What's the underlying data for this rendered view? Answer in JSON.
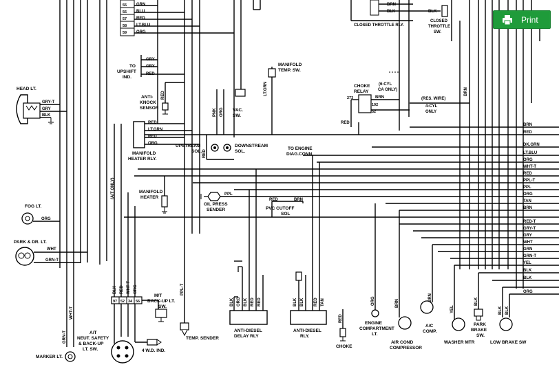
{
  "toolbar": {
    "print_label": "Print",
    "print_icon": "printer-icon",
    "accent": "#1f9b3a"
  },
  "connector_top": {
    "pins": [
      "55",
      "56",
      "57",
      "58",
      "59"
    ],
    "wires": [
      "GRN",
      "BLU",
      "RED",
      "LT.BLU",
      "ORG"
    ]
  },
  "throttle": {
    "wire1": "BRN",
    "wire2": "BLK",
    "wire3": "BLK",
    "relay_label": "CLOSED THROTTLE RLY.",
    "switch_label": [
      "CLOSED",
      "THROTTLE",
      "SW."
    ]
  },
  "upshift": {
    "wires": [
      "GRY",
      "GRY",
      "RED"
    ],
    "label": [
      "TO",
      "UPSHIFT",
      "IND."
    ]
  },
  "manifold_temp": {
    "wire": "LT.GRN",
    "label": [
      "MANIFOLD",
      "TEMP. SW."
    ]
  },
  "head_lt": {
    "label": "HEAD LT.",
    "wires": [
      "GRY-T",
      "GRY",
      "BLK"
    ]
  },
  "anti_knock": {
    "wire": "RED",
    "label": [
      "ANTI-",
      "KNOCK",
      "SENSOR"
    ]
  },
  "vac_sw": {
    "wires": [
      "PNK",
      "ORG"
    ],
    "label": [
      "VAC.",
      "SW."
    ]
  },
  "choke_relay": {
    "label": [
      "CHOKE",
      "RELAY"
    ],
    "pins": [
      "273",
      "102",
      "52"
    ],
    "wire": "BRN",
    "cyl6": [
      "(6-CYL",
      "CA ONLY)"
    ],
    "res_wire": "(RES. WIRE)",
    "cyl4": [
      "4-CYL",
      "ONLY"
    ]
  },
  "manifold_heater_rly": {
    "wires": [
      "RED",
      "LT.GRN",
      "RED",
      "ORG"
    ],
    "label": [
      "MANIFOLD",
      "HEATER RLY."
    ]
  },
  "solenoids": {
    "upstream": [
      "UPSTREAM",
      "SOL."
    ],
    "downstream": [
      "DOWNSTREAM",
      "SOL."
    ],
    "wire": "RED"
  },
  "diag_conn": {
    "label": [
      "TO ENGINE",
      "DIAG.CONN."
    ],
    "wire": "RED"
  },
  "at_only": "(A/T ONLY)",
  "right_wires": [
    "BRN",
    "RED",
    "DK.GRN",
    "LT.BLU",
    "ORG",
    "WHT-T",
    "RED",
    "PPL-T",
    "PPL",
    "ORG",
    "TAN",
    "BRN",
    "RED-T",
    "GRY-T",
    "GRY",
    "WHT",
    "GRN",
    "GRN-T",
    "YEL",
    "BLK",
    "BLK",
    "ORG"
  ],
  "right_brn_vertical": "BRN",
  "manifold_heater": {
    "label": [
      "MANIFOLD",
      "HEATER"
    ]
  },
  "oil_press": {
    "wire": "PPL",
    "label": [
      "OIL PRESS",
      "SENDER"
    ]
  },
  "pvc": {
    "wires": [
      "RED",
      "BRN"
    ],
    "label": [
      "PVC CUTOFF",
      "SOL"
    ]
  },
  "fog_lt": {
    "label": "FOG LT.",
    "wire": "ORG"
  },
  "park_lt": {
    "label": "PARK & DR. LT.",
    "wires": [
      "WHT",
      "GRN-T"
    ]
  },
  "bottom_conn": {
    "pins": [
      "97",
      "52",
      "34",
      "56"
    ],
    "wires": [
      "BLK",
      "RED",
      "WHT-T",
      "ORG"
    ],
    "mt_label": [
      "M/T",
      "BACK-UP LT.",
      "SW."
    ]
  },
  "temp_sender": {
    "wire": "PPL-T",
    "label": "TEMP. SENDER"
  },
  "four_wd": {
    "label": "4 W.D. IND."
  },
  "marker_lt": {
    "label": "MARKER LT.",
    "wires": [
      "GRN-T",
      "WHT-T"
    ]
  },
  "at_neut": {
    "label": [
      "A/T",
      "NEUT. SAFETY",
      "& BACK-UP",
      "LT. SW."
    ]
  },
  "diesel_delay": {
    "wires": [
      "BLK",
      "ORG",
      "BLK",
      "RED",
      "RED"
    ],
    "label": [
      "ANTI-DIESEL",
      "DELAY RLY"
    ]
  },
  "diesel_rly": {
    "wires": [
      "BLK",
      "BLK",
      "RED",
      "TAN"
    ],
    "label": [
      "ANTI-DIESEL",
      "RLY."
    ]
  },
  "choke": {
    "wire": "RED",
    "label": "CHOKE"
  },
  "engine_comp_lt": {
    "wire": "ORG",
    "label": [
      "ENGINE",
      "COMPARTMENT",
      "LT."
    ]
  },
  "air_cond_comp": {
    "wire": "BRN",
    "label": [
      "AIR COND",
      "COMPRESSOR"
    ]
  },
  "ac_comp": {
    "wire": "BRN",
    "label": [
      "A/C",
      "COMP."
    ]
  },
  "washer": {
    "wire": "YEL",
    "label": "WASHER MTR"
  },
  "park_brake": {
    "wire": "BLK",
    "label": [
      "PARK",
      "BRAKE",
      "SW."
    ]
  },
  "low_brake": {
    "wires": [
      "BLK",
      "BLK"
    ],
    "label": "LOW BRAKE SW"
  }
}
